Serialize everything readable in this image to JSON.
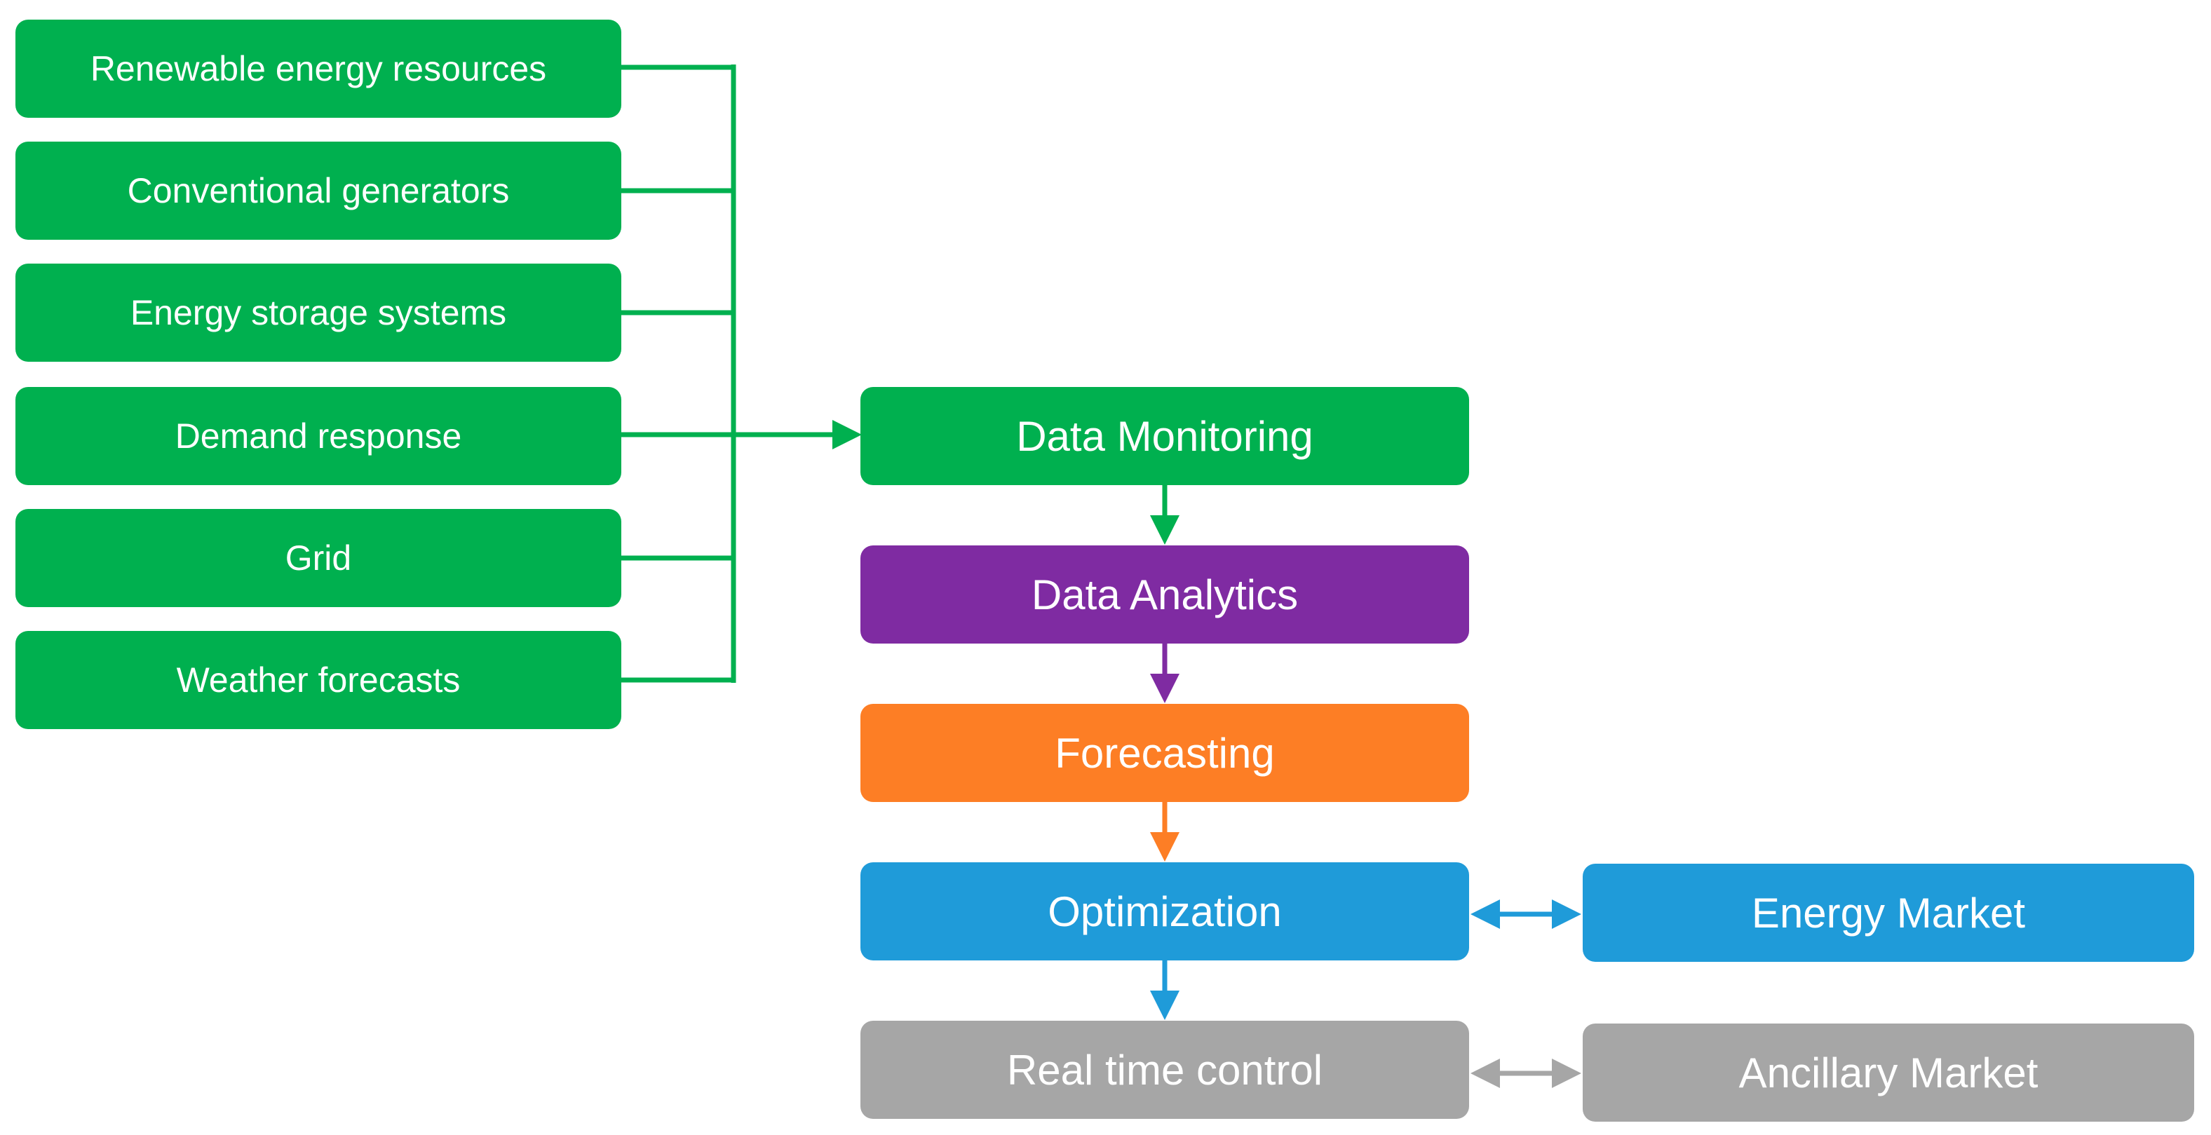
{
  "sources": [
    {
      "label": "Renewable energy resources"
    },
    {
      "label": "Conventional generators"
    },
    {
      "label": "Energy storage systems"
    },
    {
      "label": "Demand response"
    },
    {
      "label": "Grid"
    },
    {
      "label": "Weather forecasts"
    }
  ],
  "pipeline": [
    {
      "label": "Data Monitoring",
      "color": "#00b04f"
    },
    {
      "label": "Data Analytics",
      "color": "#7f2ba2"
    },
    {
      "label": "Forecasting",
      "color": "#fd7e25"
    },
    {
      "label": "Optimization",
      "color": "#1f9bd9"
    },
    {
      "label": "Real time control",
      "color": "#a6a6a6"
    }
  ],
  "markets": [
    {
      "label": "Energy Market",
      "color": "#1f9bd9"
    },
    {
      "label": "Ancillary Market",
      "color": "#a6a6a6"
    }
  ],
  "colors": {
    "green": "#00b04f",
    "purple": "#7f2ba2",
    "orange": "#fd7e25",
    "blue": "#1f9bd9",
    "gray": "#a6a6a6"
  }
}
